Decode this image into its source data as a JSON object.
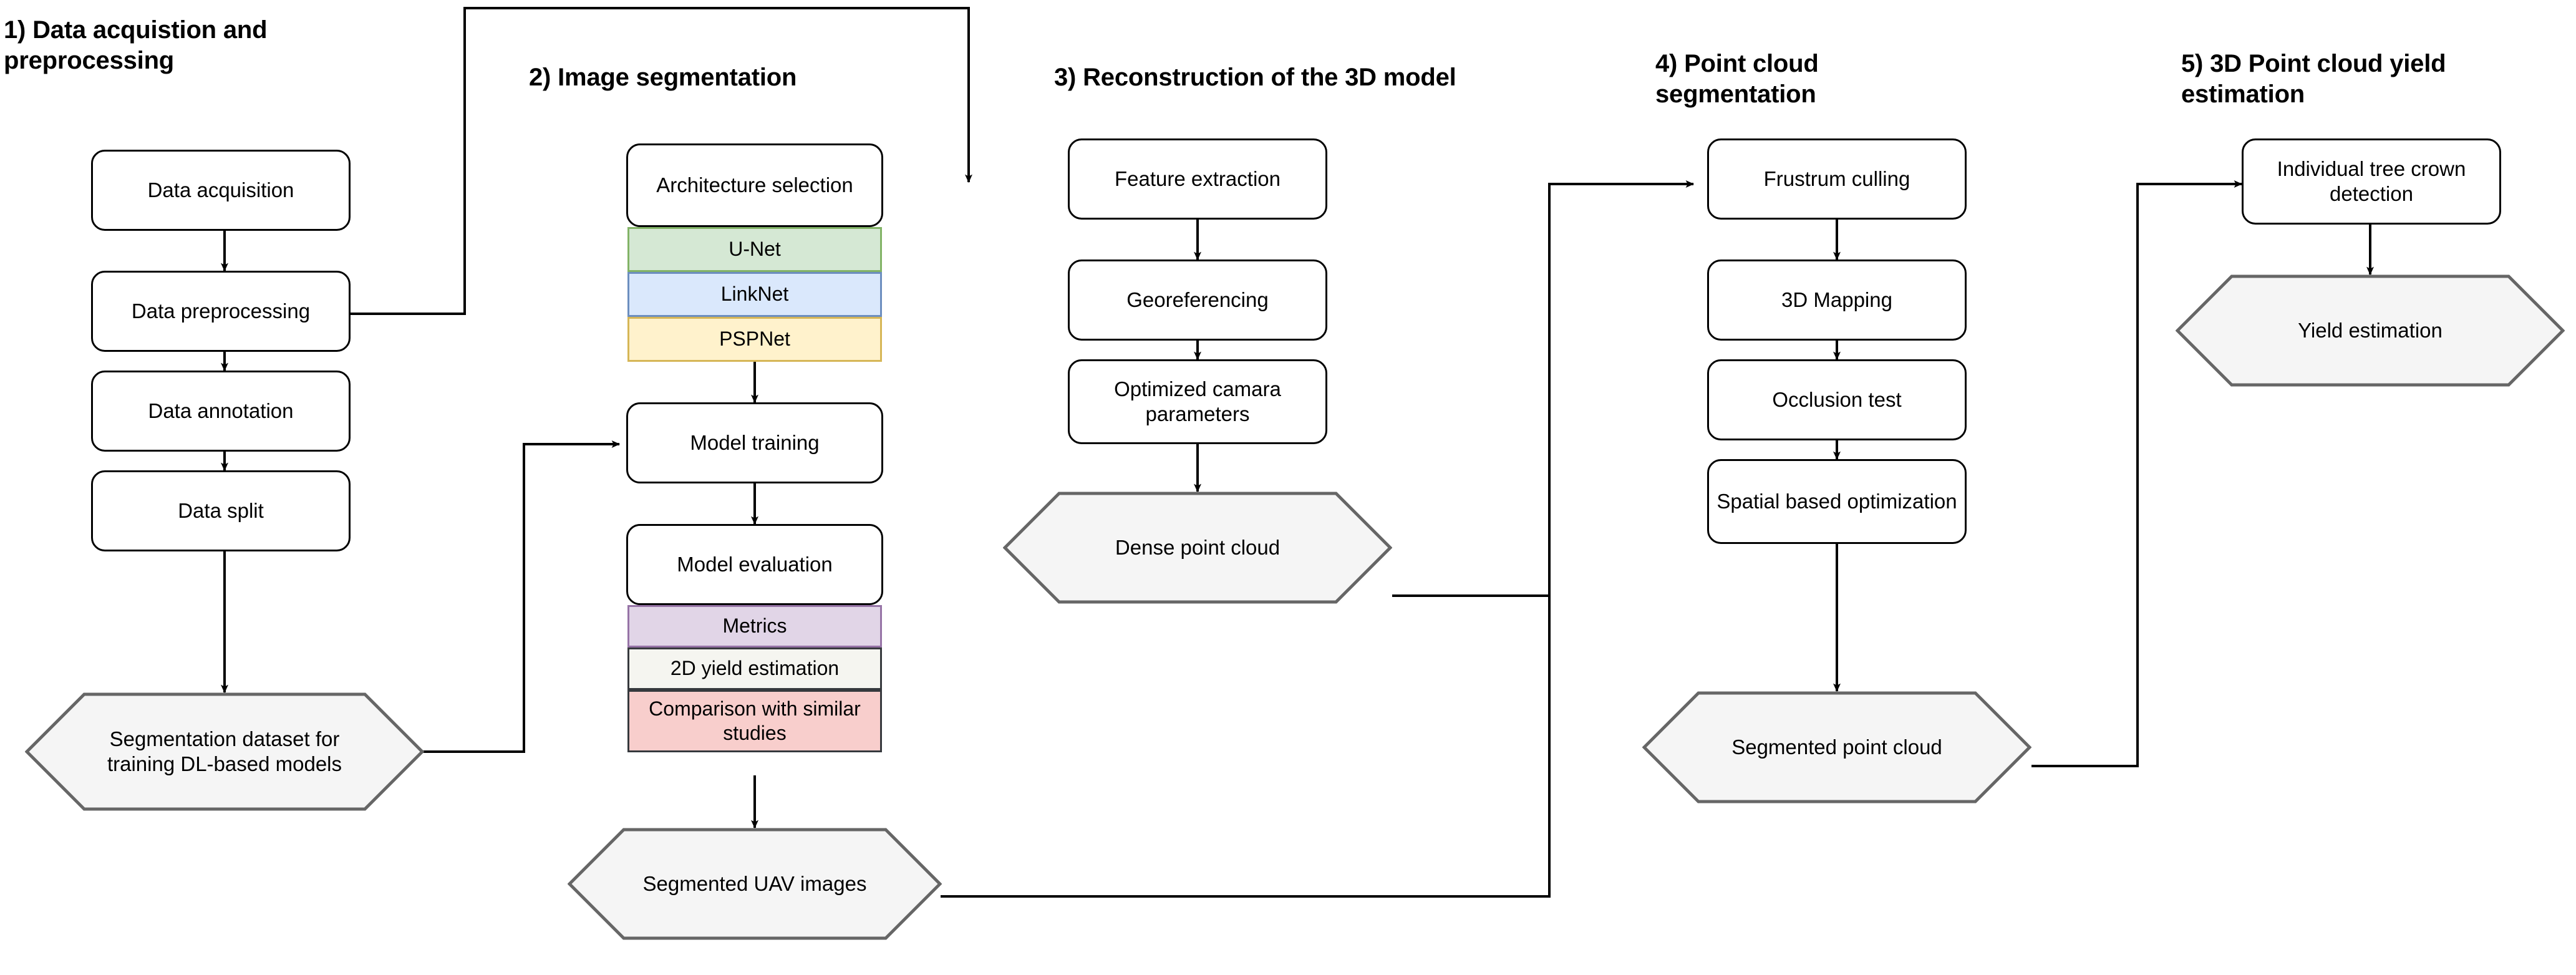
{
  "diagram": {
    "title_absent": true,
    "stages": [
      {
        "id": "stage1",
        "title": "1) Data acquistion and\npreprocessing"
      },
      {
        "id": "stage2",
        "title": "2) Image segmentation"
      },
      {
        "id": "stage3",
        "title": "3) Reconstruction of the 3D model"
      },
      {
        "id": "stage4",
        "title": "4) Point cloud\nsegmentation"
      },
      {
        "id": "stage5",
        "title": "5) 3D Point cloud yield\nestimation"
      }
    ],
    "stage1_nodes": {
      "data_acquisition": "Data acquisition",
      "data_preprocessing": "Data preprocessing",
      "data_annotation": "Data annotation",
      "data_split": "Data split",
      "segmentation_dataset": "Segmentation dataset for training DL-based models"
    },
    "stage2_nodes": {
      "architecture_selection": "Architecture selection",
      "unet": "U-Net",
      "linknet": "LinkNet",
      "pspnet": "PSPNet",
      "model_training": "Model training",
      "model_evaluation": "Model evaluation",
      "metrics": "Metrics",
      "yield_estimation_2d": "2D yield estimation",
      "comparison": "Comparison with similar studies",
      "segmented_uav_images": "Segmented UAV images"
    },
    "stage3_nodes": {
      "feature_extraction": "Feature extraction",
      "georeferencing": "Georeferencing",
      "optimized_camera_parameters": "Optimized camara parameters",
      "dense_point_cloud": "Dense point cloud"
    },
    "stage4_nodes": {
      "frustrum_culling": "Frustrum culling",
      "mapping_3d": "3D Mapping",
      "occlusion_test": "Occlusion test",
      "spatial_based_optimization": "Spatial based optimization",
      "segmented_point_cloud": "Segmented point cloud"
    },
    "stage5_nodes": {
      "individual_tree_crown_detection": "Individual tree crown detection",
      "yield_estimation": "Yield estimation"
    },
    "colors": {
      "unet_fill": "#d5e8d4",
      "unet_border": "#82b366",
      "linknet_fill": "#dae8fc",
      "linknet_border": "#6c8ebf",
      "pspnet_fill": "#fff2cc",
      "pspnet_border": "#d6b656",
      "metrics_fill": "#e1d5e7",
      "metrics_border": "#9673a6",
      "yield2d_fill": "#f5f5f0",
      "yield2d_border": "#36393d",
      "comparison_fill": "#f8cecc",
      "comparison_border": "#36393d",
      "hex_fill": "#f5f5f5",
      "hex_border": "#666666",
      "node_fill": "#ffffff",
      "node_border": "#000000",
      "edge": "#000000"
    }
  }
}
